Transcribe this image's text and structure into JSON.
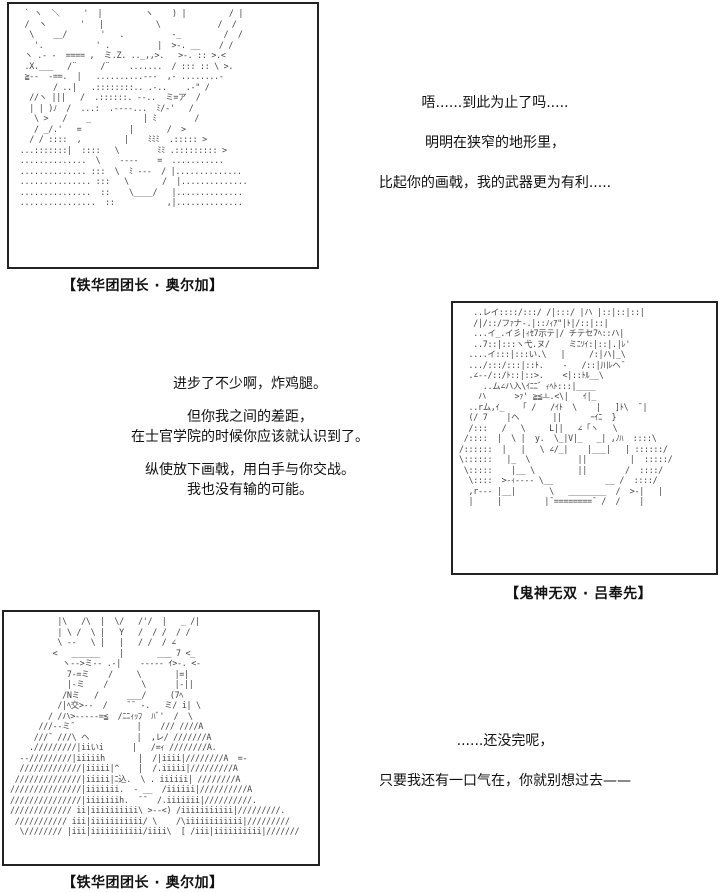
{
  "panels": [
    {
      "id": "panel-1",
      "caption": "【铁华团团长 · 奥尔加】",
      "art": "  ` ヽ  ＼     '  |         ヽ    ) |         / |\n  /  ヽ       '   |           \\            /  /\n   \\    __/       '   .          -_         /  /\n    '.           ' .          |  >-. __    / /\n  ヽ .- -  ==== ,  ミ.Z. .._,,>.   >-. :: >.<\n  .X.___   /¨     /¨    .......  / ::: :: \\ >.\n  ≧--  -==.  |   ..........---  ,- ........-\n        / ..|   .::::::::.. .-..    .-\" /\n   //ヽ |||   /  .::::::. --..  ミ=ア  /\n   | | )ﾉ  /  ...:  .----...  ﾐ/-'   /\n    \\ >   /    _           | ﾐ        /\n    / _/.'   =          |       /  >\n   / / ::::  ,         |    ﾐﾐﾐ  .::::: >\n ...:::::::|  ::::   \\        ﾐﾐ .::::::::: >\n ..............  \\    ----    =  ...........\n .............. :::  \\  ﾐ ---  / |..............\n ............... :::   \\       /  |..............\n ...............  ::    \\____/   |..............\n ................  ::           ,|.............."
    },
    {
      "id": "panel-2",
      "caption": "【鬼神无双 · 吕奉先】",
      "art": "   ..レイ::::/:::/ /|:::/ |ハ |::|::|::|\n   /|/::/フｧナ-.|::ﾉｨｱ\"|ﾄ|/::|::|\n   ...イ_.イ彡|ｨｾ7示テ|/ チテセ7ﾍ::ハ|\n   ..7::|:::ヽ弋.ヌ/    ミﾆｿｲ:|::|.|ﾚ'\n  ....イ:::|:::い.\\   |     /:|ハ|_\\\n  .../:::/:::|::ﾄ.    -   /::|川ﾚヘ¯\n  .∠--/::/ﾄ::|::>.    <|::ﾄﾙ__\\\n     ..ム∠ハ入\\ｲﾆﾆ゛ｨﾍﾄ:::|____\n    ハ      >ｧ' ≧≦ㅗ.<\\|   ｲ|_\n  ..rム,ｲ_   「 /   /ｲﾄ  \\    |   ]ﾄ\\  ¯|\n  (/ 7    |ヘ       ||      ｰｲﾆ  }\n  /:::   /   \\     L||   ∠「ヽ   \\\n /::::  |  \\ |  y.  \\_|V|_   _| ,ﾉﾊ  ::::\\\n/::::::  |   |   \\ ∠/_|    |___|   | ::::::/\n\\::::::   |_  \\          ||         |  :::::/\n \\:::::    |__ \\         ||        /  ::::/\n  \\::::  >-ｨ---- \\__           __ /  ::::/\n  ,r--- |__|       \\   ________  /  >-|   |\n  |     |         |¯========¯ /  /    |"
    },
    {
      "id": "panel-3",
      "caption": "【铁华团团长 · 奥尔加】",
      "art": "          |\\   /\\  |  \\/   /'/  |   _ /|\n          | \\ /  \\ |   Y   /  / /  / /\n          \\ --   \\ |   |   / /  / ∠\n         <   ______    |       ___ 7 <_\n           ヽ-->ミ-- .-|    ----- ｲ>-. <-\n            7-=ミ    /     \\       |=|\n            |-ミ    /       \\      |-||\n           /Nミ   /      ___/     (7ﾍ\n          /|ﾍ交>--  /    ¯¯ -.   ミ/ i| \\\n        / /ハ>-----=≦  /ﾆﾆｨｯﾌ  ﾊﾞ'  /  \\\n      ///--ミ¯             |    /// ////A\n     ///¯ ///\\ ヘ          |  ,レ/ ///////A\n    ./////////|iiいi      |   /=ｨ ////////A.\n  --/////////|iiiiih       |  /|iiii|////////A  =-\n  /////////////|iiiii|^    |  /.iiiii|/////////A\n //////////////|iiiii|ﾆ込.  \\ . iiiiii| ////////A\n///////////////|iiiiiii.  - __  /iiiiii|//////////A\n///////////////|iiiiiiih.  ¯¯  /.iiiiiii|//////////.\n///////////// ii|iiiiiiiiii\\ >--<) /iiiiiiiiiii|/////////.\n /////////// iii|iiiiiiiiiii/ \\    /\\iiiiiiiiiiii|/////////\n  \\//////// |iii|iiiiiiiiiii/iiii\\  [ /iii|iiiiiiiiii|///////"
    }
  ],
  "dialogs": [
    {
      "id": "dialog-1",
      "lines": [
        "唔......到此为止了吗.....",
        "明明在狭窄的地形里，",
        "比起你的画戟，我的武器更为有利....."
      ]
    },
    {
      "id": "dialog-2",
      "lines": [
        "进步了不少啊，炸鸡腿。",
        "但你我之间的差距，",
        "在士官学院的时候你应该就认识到了。",
        "纵使放下画戟，用白手与你交战。",
        "我也没有输的可能。"
      ]
    },
    {
      "id": "dialog-3",
      "lines": [
        "......还没完呢，",
        "只要我还有一口气在，你就别想过去——"
      ]
    }
  ]
}
